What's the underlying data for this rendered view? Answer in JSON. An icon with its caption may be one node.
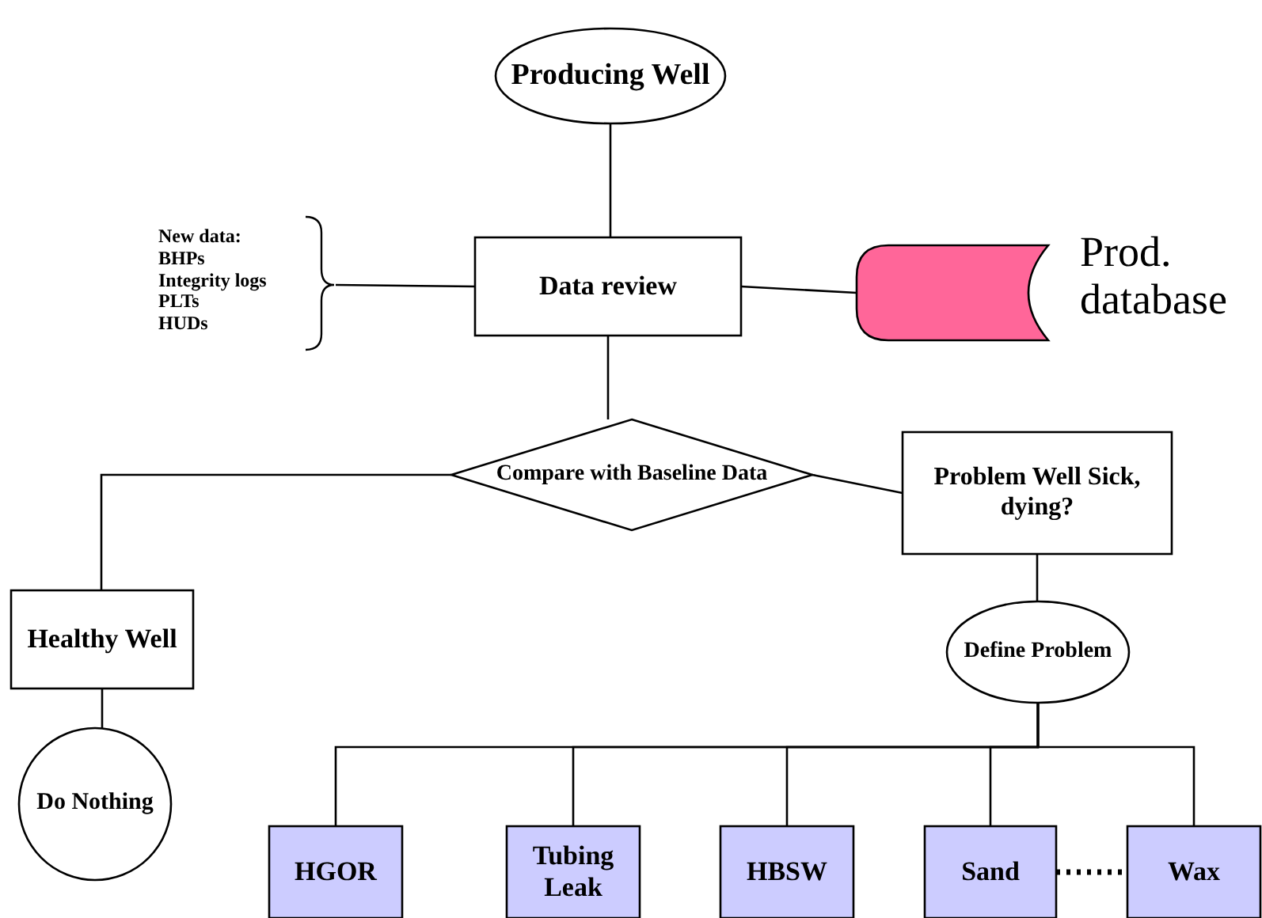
{
  "diagram": {
    "nodes": [
      {
        "text": [
          "Producing Well"
        ]
      },
      {
        "text": [
          "New data:",
          "BHPs",
          "Integrity logs",
          "PLTs",
          "HUDs"
        ]
      },
      {
        "text": [
          "Data review"
        ]
      },
      {
        "text": [],
        "shape": "cylinder",
        "beside": [
          "Prod. database"
        ]
      },
      {
        "text": [
          "Compare with Baseline Data"
        ]
      },
      {
        "text": [
          "Problem Well Sick, dying?"
        ]
      },
      {
        "text": [
          "Healthy Well"
        ]
      },
      {
        "text": [
          "Do Nothing"
        ]
      },
      {
        "text": [
          "Define Problem"
        ]
      },
      {
        "text": [
          "HGOR"
        ]
      },
      {
        "text": [
          "Tubing Leak"
        ]
      },
      {
        "text": [
          "HBSW"
        ]
      },
      {
        "text": [
          "Sand"
        ]
      },
      {
        "text": [
          "Wax"
        ]
      }
    ],
    "edges": [
      {
        "from": 0,
        "to": 2,
        "arrow": "none"
      },
      {
        "from": 1,
        "to": 2,
        "arrow": "none"
      },
      {
        "from": 2,
        "to": 3,
        "arrow": "none"
      },
      {
        "from": 2,
        "to": 4,
        "arrow": "none"
      },
      {
        "from": 4,
        "to": 6,
        "arrow": "none"
      },
      {
        "from": 4,
        "to": 5,
        "arrow": "none"
      },
      {
        "from": 6,
        "to": 7,
        "arrow": "none"
      },
      {
        "from": 5,
        "to": 8,
        "arrow": "none"
      },
      {
        "from": 8,
        "to": 9,
        "arrow": "none"
      },
      {
        "from": 8,
        "to": 10,
        "arrow": "none"
      },
      {
        "from": 8,
        "to": 11,
        "arrow": "none"
      },
      {
        "from": 8,
        "to": 12,
        "arrow": "none"
      },
      {
        "from": 8,
        "to": 13,
        "arrow": "none"
      },
      {
        "from": 12,
        "to": 13,
        "arrow": "none",
        "style": "dashed"
      }
    ]
  }
}
